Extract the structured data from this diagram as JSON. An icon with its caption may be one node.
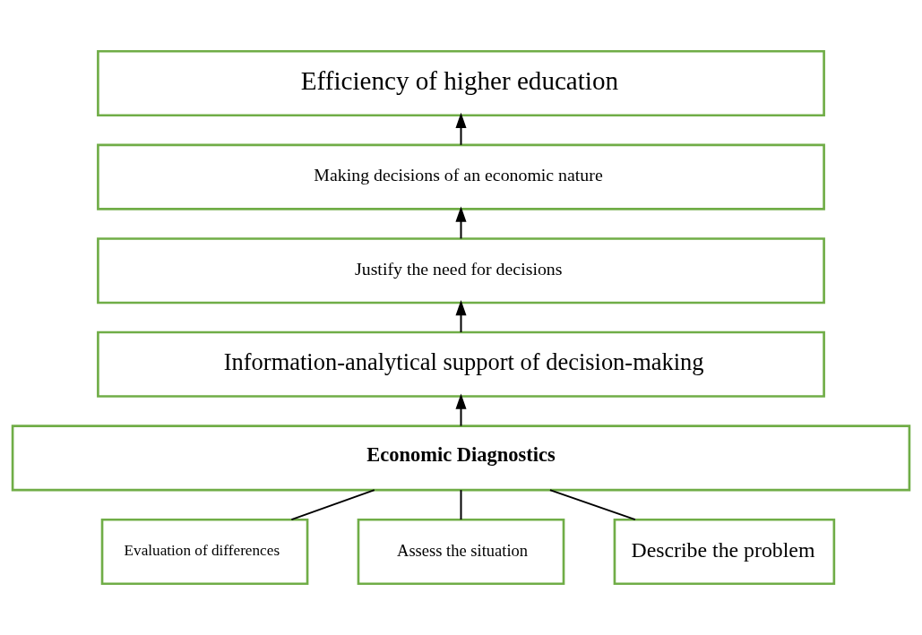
{
  "diagram": {
    "nodes": [
      {
        "text": [
          "Efficiency of higher education"
        ]
      },
      {
        "text": [
          "Making decisions of an economic nature"
        ]
      },
      {
        "text": [
          "Justify the need for decisions"
        ]
      },
      {
        "text": [
          "Information-analytical support of decision-making"
        ]
      },
      {
        "text": [
          "Economic Diagnostics"
        ]
      },
      {
        "text": [
          "Evaluation of differences"
        ]
      },
      {
        "text": [
          "Assess the situation"
        ]
      },
      {
        "text": [
          "Describe the problem"
        ]
      }
    ],
    "edges": [
      {
        "from": 1,
        "to": 0,
        "arrow": "to"
      },
      {
        "from": 2,
        "to": 1,
        "arrow": "to"
      },
      {
        "from": 3,
        "to": 2,
        "arrow": "to"
      },
      {
        "from": 4,
        "to": 3,
        "arrow": "to"
      },
      {
        "from": 5,
        "to": 4,
        "arrow": "none"
      },
      {
        "from": 6,
        "to": 4,
        "arrow": "none"
      },
      {
        "from": 7,
        "to": 4,
        "arrow": "none"
      }
    ]
  }
}
